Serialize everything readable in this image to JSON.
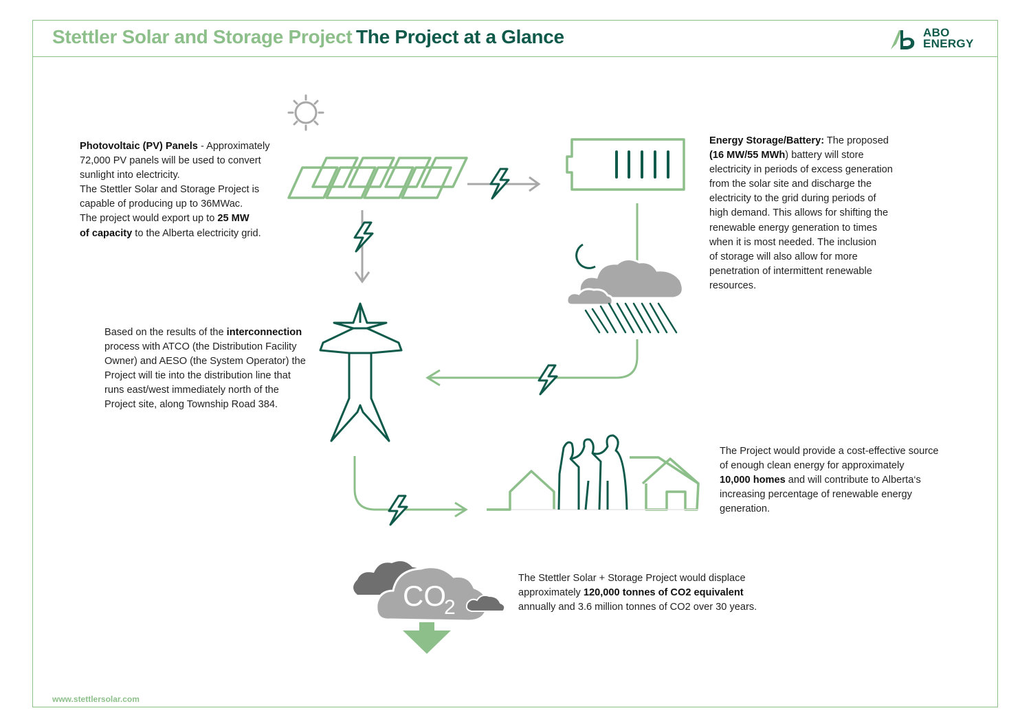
{
  "header": {
    "title_project": "Stettler Solar and Storage Project",
    "title_glance": "The Project at a Glance",
    "logo_line1": "ABO",
    "logo_line2": "ENERGY"
  },
  "colors": {
    "light_green": "#8dbf8a",
    "dark_green": "#0f5a4a",
    "grey": "#a8a8a8"
  },
  "icons": [
    "sun-icon",
    "solar-panels-icon",
    "battery-icon",
    "moon-icon",
    "cloud-rain-icon",
    "transmission-tower-icon",
    "houses-people-icon",
    "co2-cloud-icon",
    "lightning-bolt-icon",
    "arrow-icon"
  ],
  "pv": {
    "title": "Photovoltaic (PV) Panels",
    "line1_rest": " - Approximately",
    "line2": "72,000 PV panels will be used to convert",
    "line3": "sunlight into electricity.",
    "line4": "The Stettler Solar and Storage Project is",
    "line5": "capable of producing up to 36MWac.",
    "line6_pre": "The project would export up to ",
    "line6_bold": "25 MW",
    "line7_bold": "of capacity",
    "line7_rest": " to the Alberta electricity grid."
  },
  "storage": {
    "title": "Energy Storage/Battery:",
    "line1_rest": " The proposed",
    "line2_pre": "(",
    "line2_bold": "16 MW/55 MWh",
    "line2_rest": ") battery will store",
    "line3": "electricity in periods of excess generation",
    "line4": "from the solar site and discharge the",
    "line5": "electricity to the grid during periods of",
    "line6": "high demand. This allows for shifting the",
    "line7": "renewable energy generation to times",
    "line8": "when it is most needed. The inclusion",
    "line9": "of storage will also allow for more",
    "line10": "penetration of intermittent renewable",
    "line11": "resources."
  },
  "interconnection": {
    "line1_pre": "Based on the results of the ",
    "line1_bold": "interconnection",
    "line2": "process with ATCO (the Distribution Facility",
    "line3": "Owner) and AESO (the System Operator) the",
    "line4": "Project will tie into the distribution line that",
    "line5": "runs east/west immediately north of the",
    "line6": "Project site, along Township Road 384."
  },
  "homes": {
    "line1": "The Project would provide a cost-effective source",
    "line2": "of enough clean energy for approximately",
    "line3_bold": "10,000 homes",
    "line3_rest": " and will contribute to Alberta‘s",
    "line4": "increasing percentage of renewable energy",
    "line5": "generation."
  },
  "co2": {
    "label": "CO",
    "subscript": "2",
    "line1": "The Stettler Solar + Storage Project would displace",
    "line2_pre": "approximately ",
    "line2_bold": "120,000 tonnes of CO2 equivalent",
    "line3": "annually and 3.6 million tonnes of CO2 over 30 years."
  },
  "footer": {
    "url": "www.stettlersolar.com"
  }
}
